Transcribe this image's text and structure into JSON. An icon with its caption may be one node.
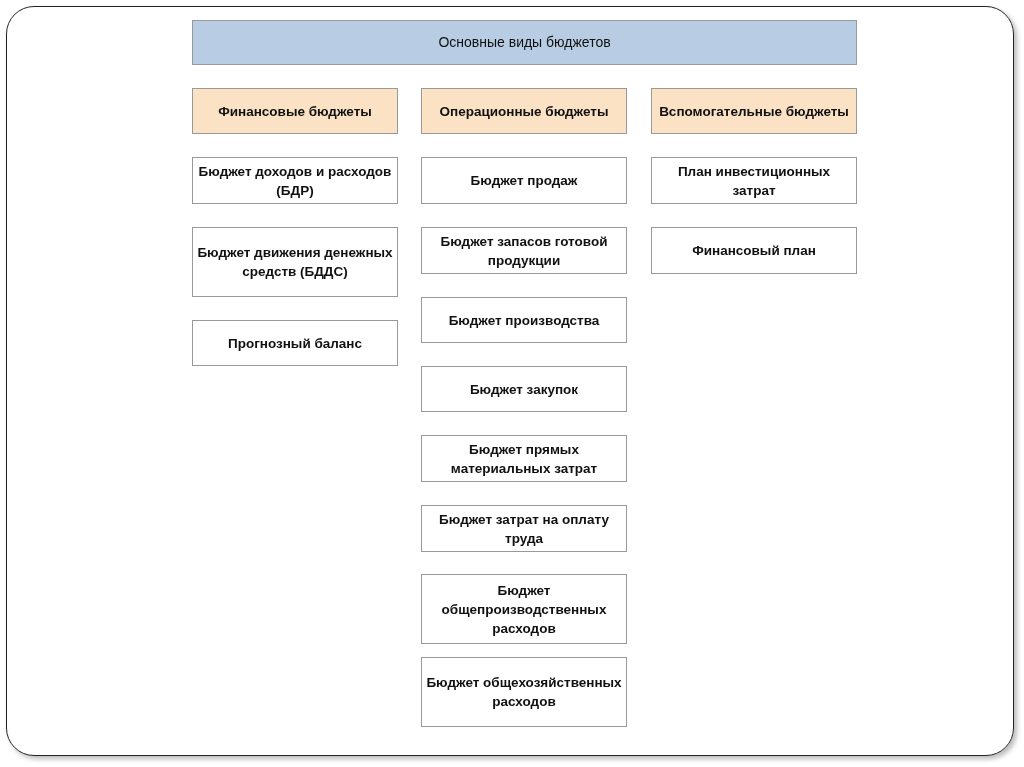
{
  "diagram": {
    "nodes": [
      {
        "text": [
          "Основные виды бюджетов"
        ]
      },
      {
        "text": [
          "Финансовые бюджеты"
        ]
      },
      {
        "text": [
          "Операционные бюджеты"
        ]
      },
      {
        "text": [
          "Вспомогательные бюджеты"
        ]
      },
      {
        "text": [
          "Бюджет доходов и расходов (БДР)"
        ]
      },
      {
        "text": [
          "Бюджет движения денежных средств (БДДС)"
        ]
      },
      {
        "text": [
          "Прогнозный баланс"
        ]
      },
      {
        "text": [
          "Бюджет продаж"
        ]
      },
      {
        "text": [
          "Бюджет запасов готовой продукции"
        ]
      },
      {
        "text": [
          "Бюджет производства"
        ]
      },
      {
        "text": [
          "Бюджет закупок"
        ]
      },
      {
        "text": [
          "Бюджет прямых материальных затрат"
        ]
      },
      {
        "text": [
          "Бюджет затрат на оплату труда"
        ]
      },
      {
        "text": [
          "Бюджет общепроизводственных расходов"
        ]
      },
      {
        "text": [
          "Бюджет общехозяйственных расходов"
        ]
      },
      {
        "text": [
          "План инвестиционных затрат"
        ]
      },
      {
        "text": [
          "Финансовый план"
        ]
      }
    ],
    "edges": []
  }
}
